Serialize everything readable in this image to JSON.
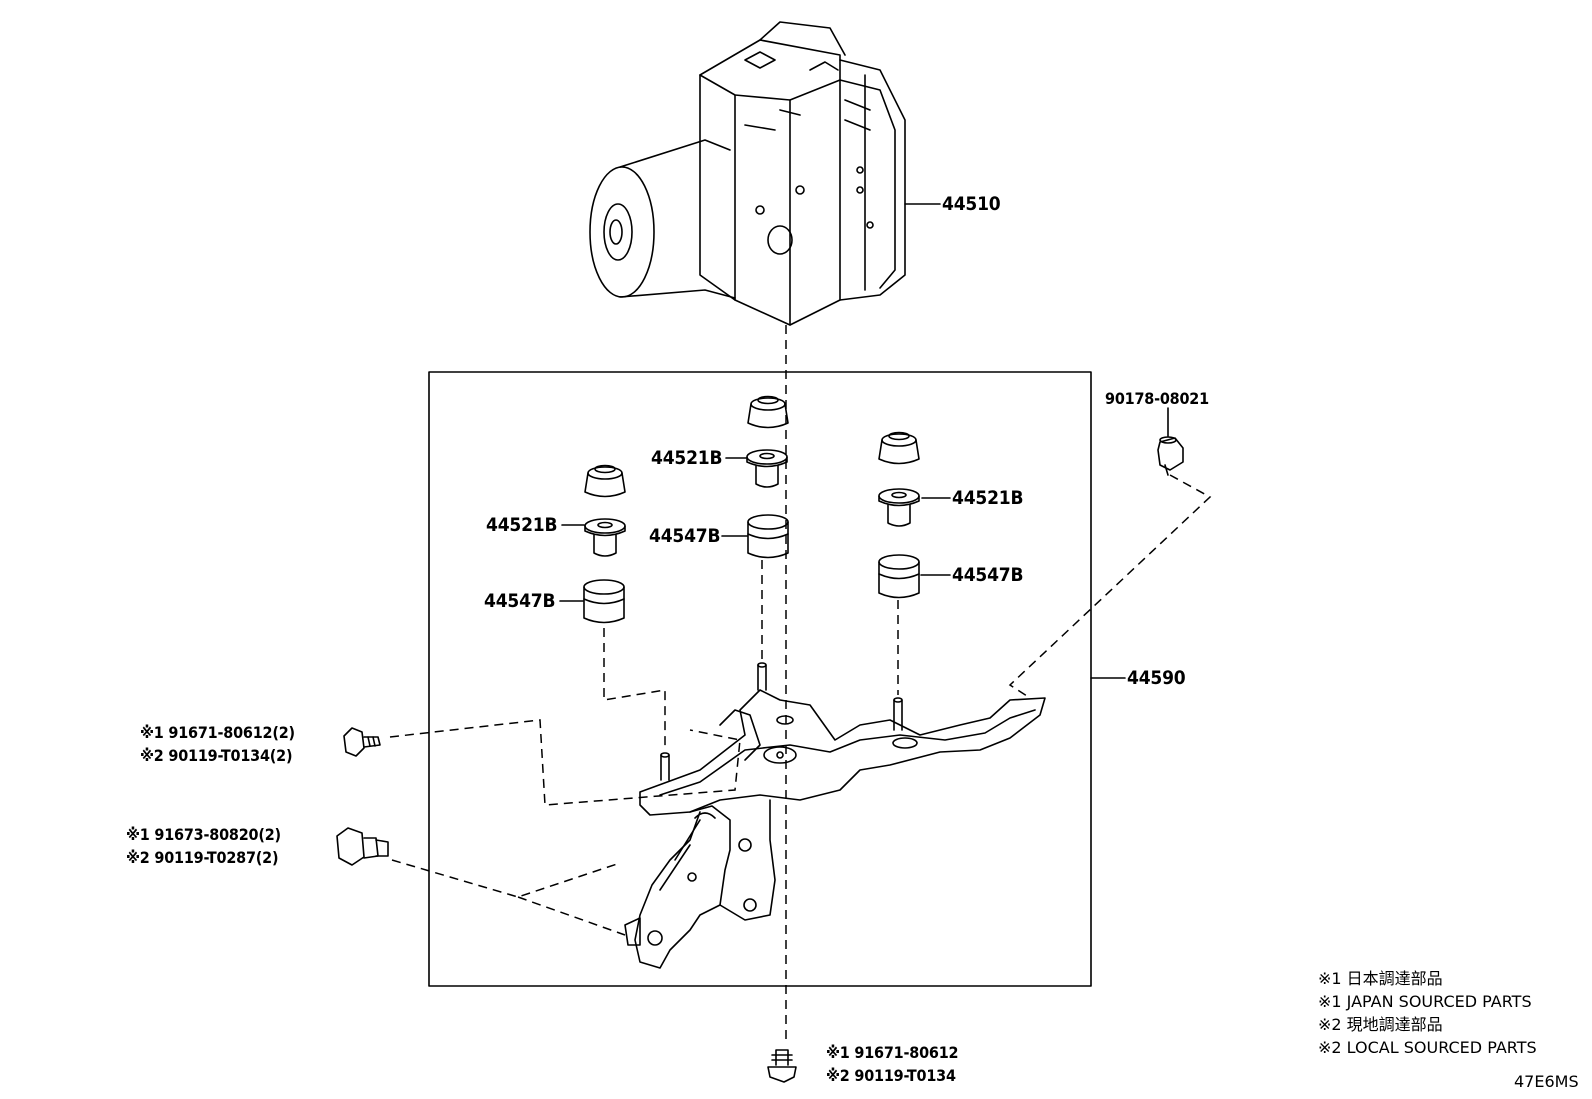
{
  "labels": {
    "abs_actuator": "44510",
    "bracket": "44590",
    "clip": "90178-08021",
    "cushion_center": "44521B",
    "cushion_left": "44521B",
    "cushion_right": "44521B",
    "spacer_center": "44547B",
    "spacer_left": "44547B",
    "spacer_right": "44547B"
  },
  "fasteners": {
    "bolt_small": [
      "※1 91671-80612(2)",
      "※2 90119-T0134(2)"
    ],
    "bolt_large": [
      "※1 91673-80820(2)",
      "※2 90119-T0287(2)"
    ],
    "bolt_bottom": [
      "※1 91671-80612",
      "※2 90119-T0134"
    ]
  },
  "legend": [
    "※1 日本調達部品",
    "※1 JAPAN SOURCED PARTS",
    "※2 現地調達部品",
    "※2 LOCAL SOURCED PARTS"
  ],
  "diagram_code": "47E6MS"
}
